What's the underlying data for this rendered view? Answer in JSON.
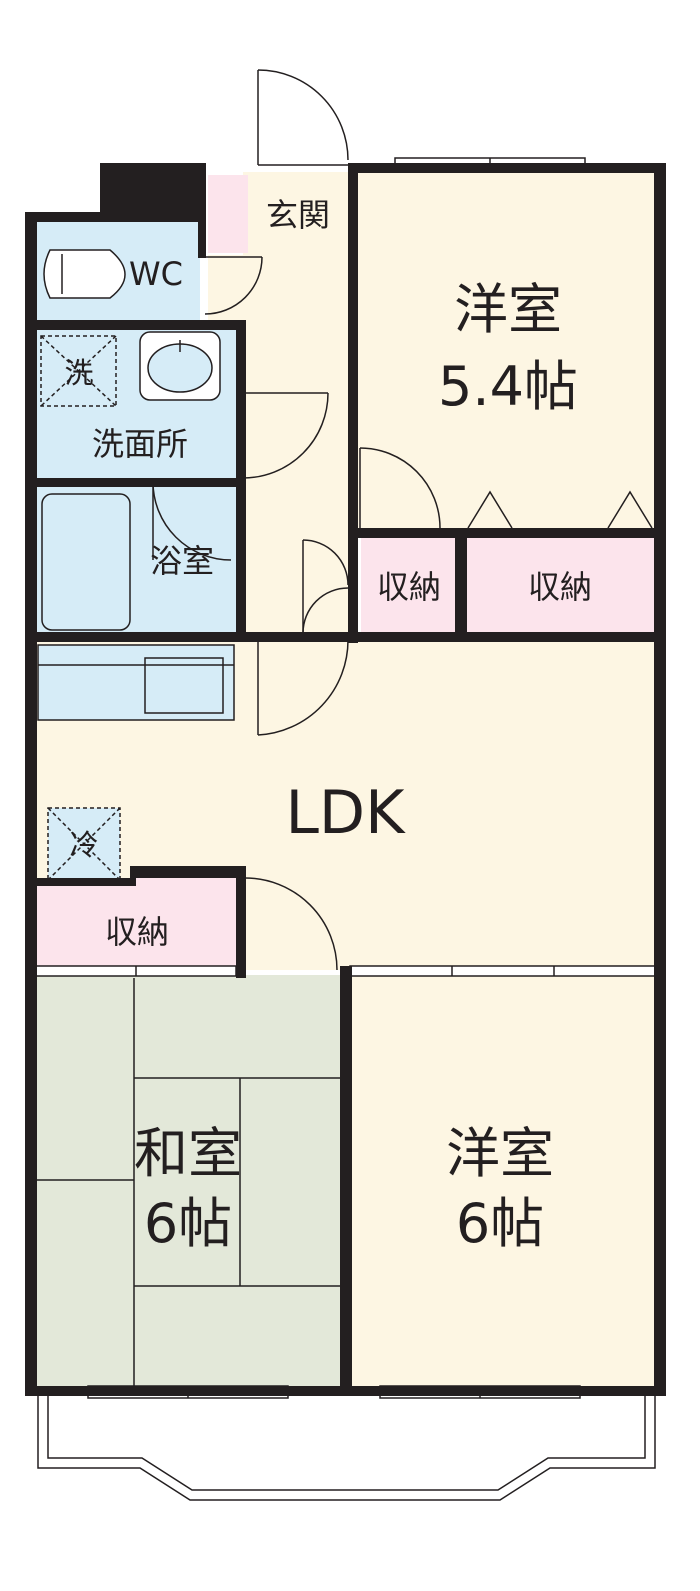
{
  "rooms": {
    "genkan": "玄関",
    "wc": "WC",
    "sentakuki": "洗",
    "senmenjo": "洗面所",
    "yokushitsu": "浴室",
    "western_top": {
      "name": "洋室",
      "size": "5.4帖"
    },
    "storage_a": "収納",
    "storage_b": "収納",
    "ldk": "LDK",
    "reizouko": "冷",
    "storage_c": "収納",
    "japanese": {
      "name": "和室",
      "size": "6帖"
    },
    "western_bottom": {
      "name": "洋室",
      "size": "6帖"
    }
  },
  "colors": {
    "wall": "#231f20",
    "floor_cream": "#fdf6e3",
    "wet_blue": "#d6ecf7",
    "storage_pink": "#fce4ec",
    "tatami_green": "#e3e8d9"
  }
}
